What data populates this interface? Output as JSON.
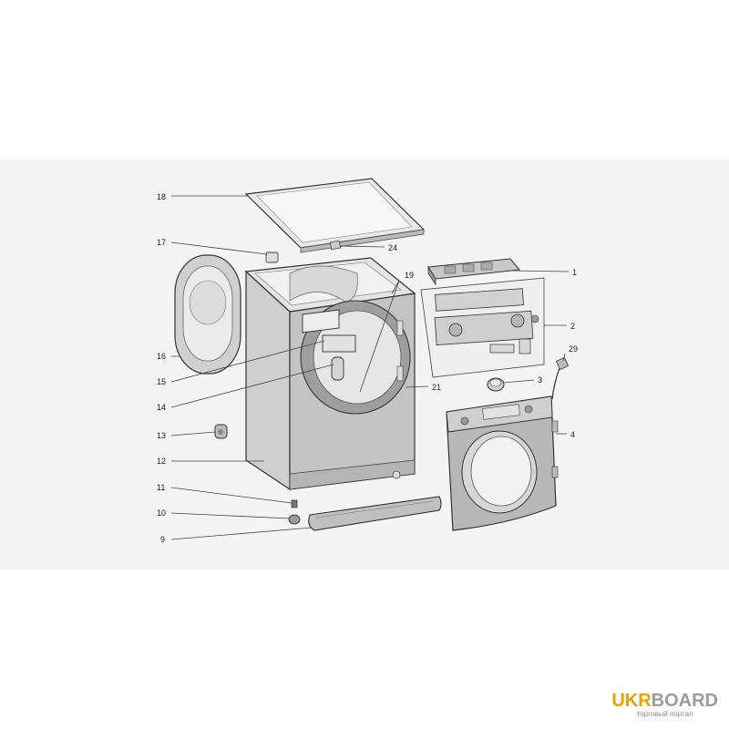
{
  "diagram": {
    "labels": {
      "p1": "1",
      "p2": "2",
      "p3": "3",
      "p4": "4",
      "p9": "9",
      "p10": "10",
      "p11": "11",
      "p12": "12",
      "p13": "13",
      "p14": "14",
      "p15": "15",
      "p16": "16",
      "p17": "17",
      "p18": "18",
      "p19": "19",
      "p21": "21",
      "p24": "24",
      "p29": "29"
    }
  },
  "watermark": {
    "brand_accent": "UKR",
    "brand_rest": "BOARD",
    "subtitle": "торговый портал"
  },
  "colors": {
    "background": "#ffffff",
    "panel": "#f2f2f2",
    "line": "#333333",
    "housing": "#d8d8d8",
    "front": "#bdbdbd",
    "frontal_frame": "#a9a9a9",
    "watermark_accent": "#e8a200"
  }
}
